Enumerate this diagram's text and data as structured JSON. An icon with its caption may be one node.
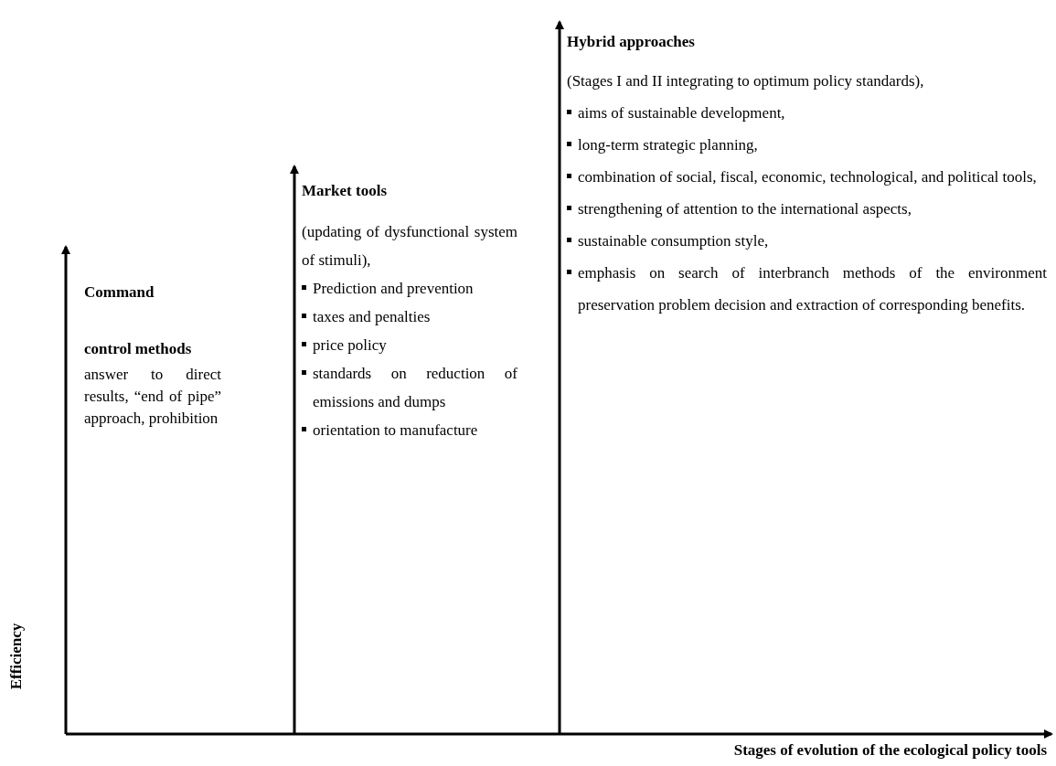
{
  "diagram": {
    "labels": [
      "Command",
      "control methods",
      "answer to direct results, “end of pipe” approach, prohibition",
      "Market tools",
      "(updating of dysfunctional system of stimuli),",
      "Prediction and prevention",
      "taxes and penalties",
      "price policy",
      "standards on reduction of emissions and dumps",
      "orientation to manufacture",
      "Hybrid approaches",
      "(Stages I and II integrating to optimum policy standards),",
      "aims of sustainable development,",
      "long-term strategic planning,",
      "combination of social, fiscal, economic, technological, and political tools,",
      "strengthening of attention to the international aspects,",
      "sustainable consumption style,",
      "emphasis on search of interbranch methods of the environment preservation problem decision and extraction of corresponding benefits.",
      "Efficiency",
      "Stages of evolution of the ecological policy tools"
    ]
  }
}
